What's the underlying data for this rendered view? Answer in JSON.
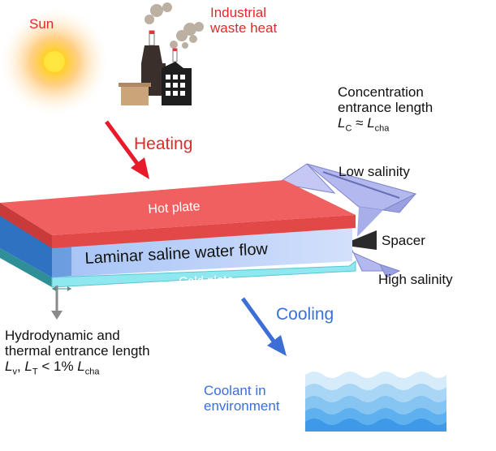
{
  "labels": {
    "sun": "Sun",
    "industrial_line1": "Industrial",
    "industrial_line2": "waste heat",
    "heating": "Heating",
    "cooling": "Cooling",
    "hot_plate": "Hot plate",
    "cold_plate": "Cold plate",
    "flow": "Laminar saline water flow",
    "low_salinity": "Low salinity",
    "high_salinity": "High salinity",
    "spacer": "Spacer",
    "conc_line1": "Concentration",
    "conc_line2": "entrance length",
    "conc_formula": {
      "L": "L",
      "sub_c": "C",
      "approx": " ≈ ",
      "L2": "L",
      "sub_cha": "cha"
    },
    "hydro_line1": "Hydrodynamic and",
    "hydro_line2": "thermal entrance length",
    "hydro_formula": {
      "L": "L",
      "sub_v": "v",
      "comma": ", ",
      "L2": "L",
      "sub_t": "T",
      "lt": " < 1% ",
      "L3": "L",
      "sub_cha": "cha"
    },
    "coolant_line1": "Coolant in",
    "coolant_line2": "environment"
  },
  "colors": {
    "hot": "#f06060",
    "cold": "#8fe8ef",
    "flow": "#b6cdf8",
    "heating_arrow": "#e81b2b",
    "cooling_arrow": "#3c6ed6",
    "label_red": "#e02a2a",
    "label_blue": "#3a70d8"
  }
}
